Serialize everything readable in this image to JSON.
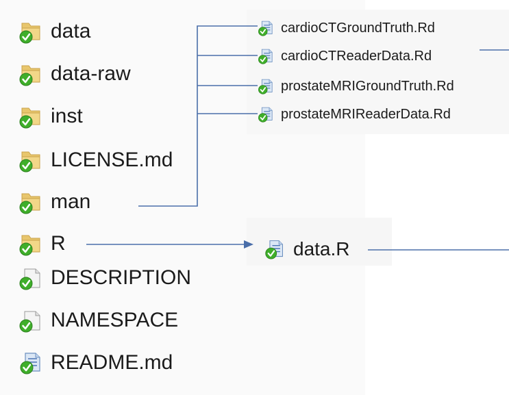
{
  "root_items": [
    {
      "name": "data",
      "kind": "folder"
    },
    {
      "name": "data-raw",
      "kind": "folder"
    },
    {
      "name": "inst",
      "kind": "folder"
    },
    {
      "name": "LICENSE.md",
      "kind": "folder"
    },
    {
      "name": "man",
      "kind": "folder"
    },
    {
      "name": "R",
      "kind": "folder"
    },
    {
      "name": "DESCRIPTION",
      "kind": "file"
    },
    {
      "name": "NAMESPACE",
      "kind": "file"
    },
    {
      "name": "README.md",
      "kind": "file-blue"
    }
  ],
  "man_files": [
    "cardioCTGroundTruth.Rd",
    "cardioCTReaderData.Rd",
    "prostateMRIGroundTruth.Rd",
    "prostateMRIReaderData.Rd"
  ],
  "r_files": [
    "data.R"
  ],
  "colors": {
    "connector": "#4a6ea9",
    "check": "#3fae2a",
    "folder": "#e8c66d"
  }
}
